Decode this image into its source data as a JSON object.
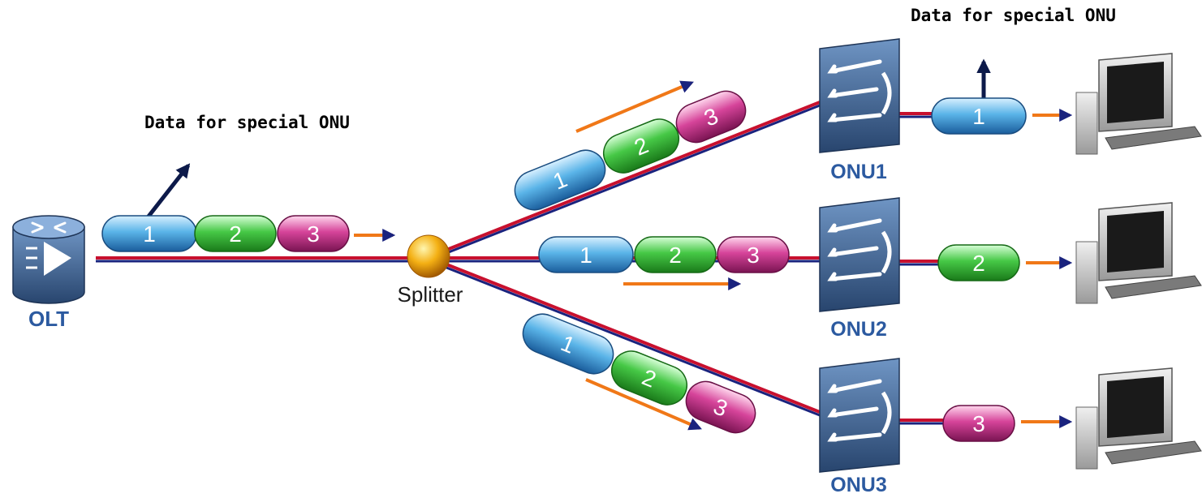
{
  "annotations": {
    "olt_note": "Data for special ONU",
    "onu1_note": "Data for special ONU"
  },
  "nodes": {
    "olt": "OLT",
    "splitter": "Splitter",
    "onu1": "ONU1",
    "onu2": "ONU2",
    "onu3": "ONU3"
  },
  "packets": {
    "p1": "1",
    "p2": "2",
    "p3": "3"
  },
  "colors": {
    "blue": "#4aa8e0",
    "green": "#3cc43c",
    "pink": "#d23c94",
    "red_fiber": "#c8102e",
    "blue_fiber": "#1a237e",
    "orange_arrow": "#f07818",
    "device": "#3a5f90",
    "label": "#2c5aa0"
  }
}
